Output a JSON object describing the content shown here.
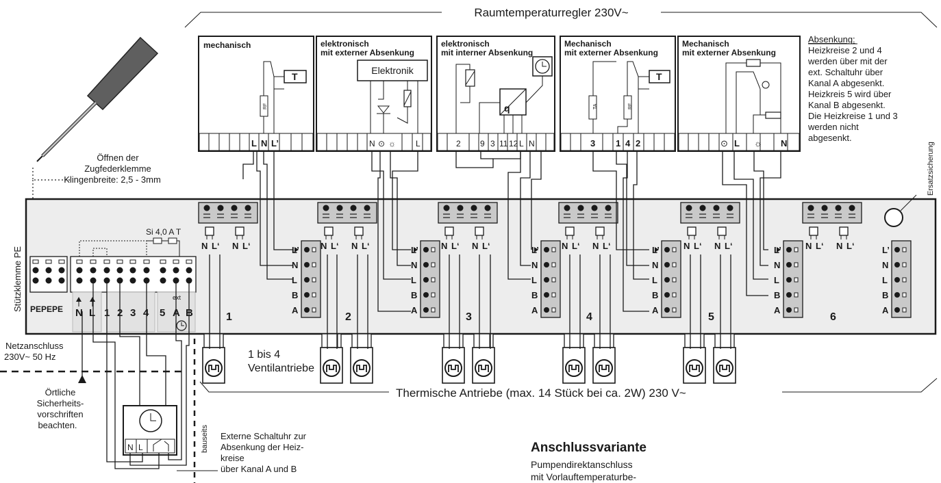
{
  "header": {
    "title": "Raumtemperaturregler 230V~"
  },
  "thermostats": [
    {
      "title": "mechanisch",
      "subtitle": "",
      "sensor_label": "RF",
      "terminals": [
        "L",
        "N",
        "L’"
      ]
    },
    {
      "title": "elektronisch",
      "subtitle": "mit externer Absenkung",
      "inner_label": "Elektronik",
      "terminals": [
        "N",
        "⊙",
        "☼",
        "L"
      ]
    },
    {
      "title": "elektronisch",
      "subtitle": "mit interner Absenkung",
      "inner_label": "q",
      "terminals": [
        "2",
        "9",
        "3",
        "11",
        "12",
        "L",
        "N"
      ]
    },
    {
      "title": "Mechanisch",
      "subtitle": "mit externer Absenkung",
      "sensor_label": "TA",
      "sensor_label2": "RF",
      "terminals": [
        "3",
        "1",
        "4",
        "2"
      ]
    },
    {
      "title": "Mechanisch",
      "subtitle": "mit externer Absenkung",
      "terminals": [
        "⊙",
        "L",
        "☼",
        "N"
      ]
    }
  ],
  "absenkung_note": {
    "heading": "Absenkung:",
    "lines": [
      "Heizkreise 2 und 4",
      "werden über mit der",
      "ext. Schaltuhr über",
      "Kanal A abgesenkt.",
      "Heizkreis 5 wird über",
      "Kanal B abgesenkt.",
      "Die Heizkreise 1 und 3",
      "werden nicht",
      "abgesenkt."
    ]
  },
  "screwdriver_note": {
    "lines": [
      "Öffnen der",
      "Zugfederklemme",
      "Klingenbreite: 2,5 - 3mm"
    ]
  },
  "labels": {
    "stuetzklemme": "Stützklemme PE",
    "ersatzsicherung": "Ersatzsicherung",
    "fuse": "Si 4,0 A T",
    "pe_terms": "PEPEPE",
    "ext": "ext",
    "netz": [
      "Netzanschluss",
      "230V~ 50 Hz"
    ],
    "sicherheit": [
      "Örtliche",
      "Sicherheits-",
      "vorschriften",
      "beachten."
    ],
    "bauseits": "bauseits",
    "schaltuhr": [
      "Externe Schaltuhr zur",
      "Absenkung der Heiz-",
      "kreise",
      "über Kanal A und B"
    ],
    "ventil": [
      "1 bis 4",
      "Ventilantriebe"
    ],
    "thermisch": "Thermische Antriebe (max. 14 Stück bei ca. 2W)  230 V~",
    "anschluss_title": "Anschlussvariante",
    "anschluss_sub": [
      "Pumpendirektanschluss",
      "mit Vorlauftemperaturbe-"
    ]
  },
  "main_terminals": [
    "N",
    "L",
    "1",
    "2",
    "3",
    "4",
    "5",
    "A",
    "B"
  ],
  "zones": [
    "1",
    "2",
    "3",
    "4",
    "5",
    "6"
  ],
  "zone_terms": [
    "L’",
    "N",
    "L",
    "B",
    "A"
  ],
  "actuator_terms": [
    "N",
    "L‘",
    "N",
    "L‘"
  ]
}
